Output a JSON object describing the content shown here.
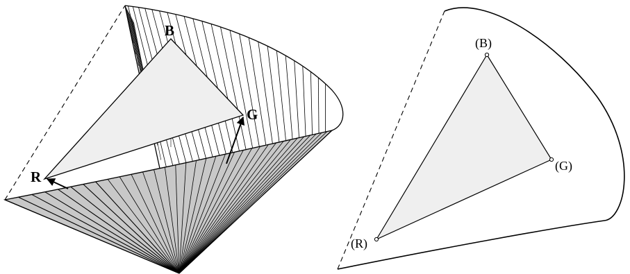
{
  "left_panel": {
    "labels": {
      "blue": "B",
      "green": "G",
      "red": "R"
    }
  },
  "right_panel": {
    "labels": {
      "blue": "(B)",
      "green": "(G)",
      "red": "(R)"
    }
  },
  "colors": {
    "ink": "#000000",
    "triangle_fill": "#efefef",
    "cone_shade": "#c8c8c8",
    "axis_arrow": "#b4b4b4"
  }
}
